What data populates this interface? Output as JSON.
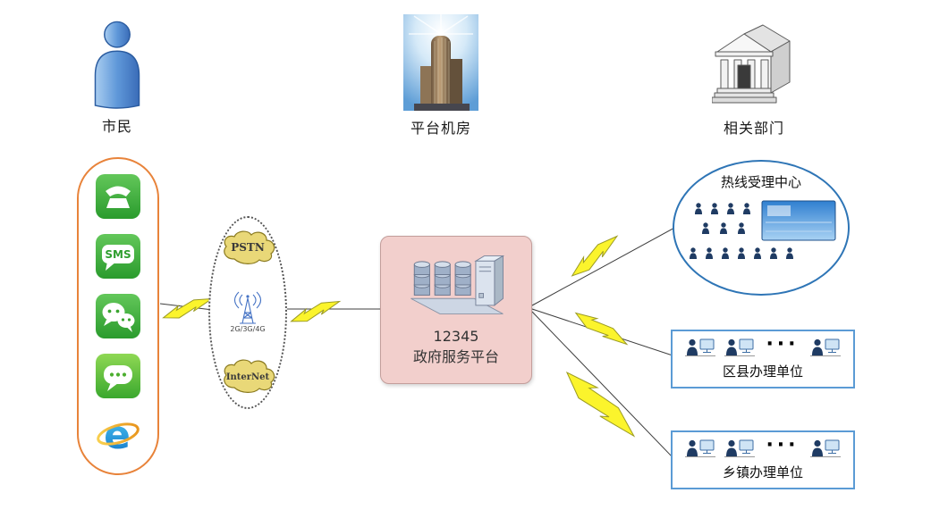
{
  "top_nodes": {
    "citizen": {
      "label": "市民"
    },
    "server_room": {
      "label": "平台机房"
    },
    "departments": {
      "label": "相关部门"
    }
  },
  "channels": {
    "sms_label": "SMS",
    "ie_label": "e"
  },
  "network": {
    "pstn_label": "PSTN",
    "cellular_label": "2G/3G/4G",
    "internet_label": "InterNet"
  },
  "platform": {
    "line1": "12345",
    "line2": "政府服务平台"
  },
  "groups": {
    "hotline": {
      "label": "热线受理中心"
    },
    "district": {
      "label": "区县办理单位",
      "ellipsis": "···"
    },
    "township": {
      "label": "乡镇办理单位",
      "ellipsis": "···"
    }
  },
  "colors": {
    "channel_border_orange": "#e8833a",
    "group_border_blue": "#5b9bd5",
    "hotline_border_blue": "#2e75b6",
    "platform_pink": "#f2cfcc",
    "app_green": "#3aa52f",
    "bolt_yellow": "#fbf42c",
    "cloud_khaki": "#e9d878"
  }
}
